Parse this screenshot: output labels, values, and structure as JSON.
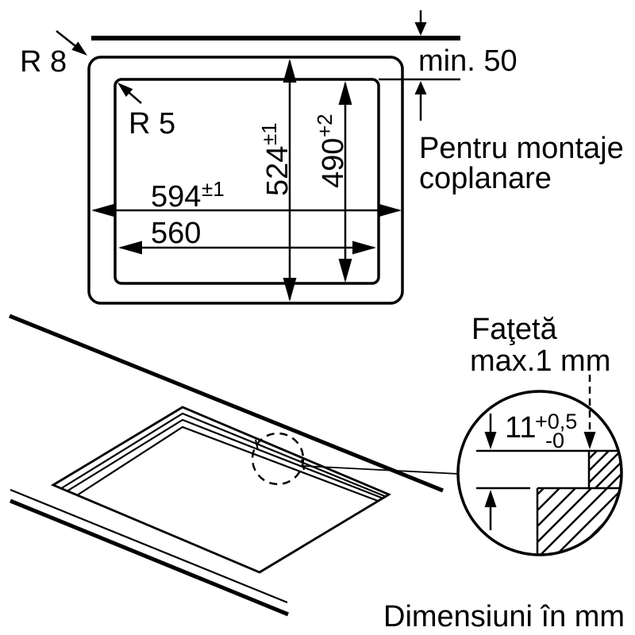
{
  "colors": {
    "ink": "#000000",
    "background": "#ffffff"
  },
  "top_view": {
    "corner_radius_outer_label": "R 8",
    "corner_radius_inner_label": "R 5",
    "width_outer": {
      "value": "594",
      "tolerance": "±1"
    },
    "width_inner": {
      "value": "560"
    },
    "depth_outer": {
      "value": "524",
      "tolerance": "±1"
    },
    "depth_inner": {
      "value": "490",
      "tolerance": "+2"
    },
    "min_side_clearance_label": "min. 50",
    "note_line1": "Pentru montaje",
    "note_line2": "coplanare"
  },
  "detail_view": {
    "callout_line1": "Faţetă",
    "callout_line2": "max.1 mm",
    "recess_depth": {
      "value": "11",
      "tolerance_plus": "+0,5",
      "tolerance_minus": "-0"
    }
  },
  "footer": {
    "units_note": "Dimensiuni în mm"
  }
}
